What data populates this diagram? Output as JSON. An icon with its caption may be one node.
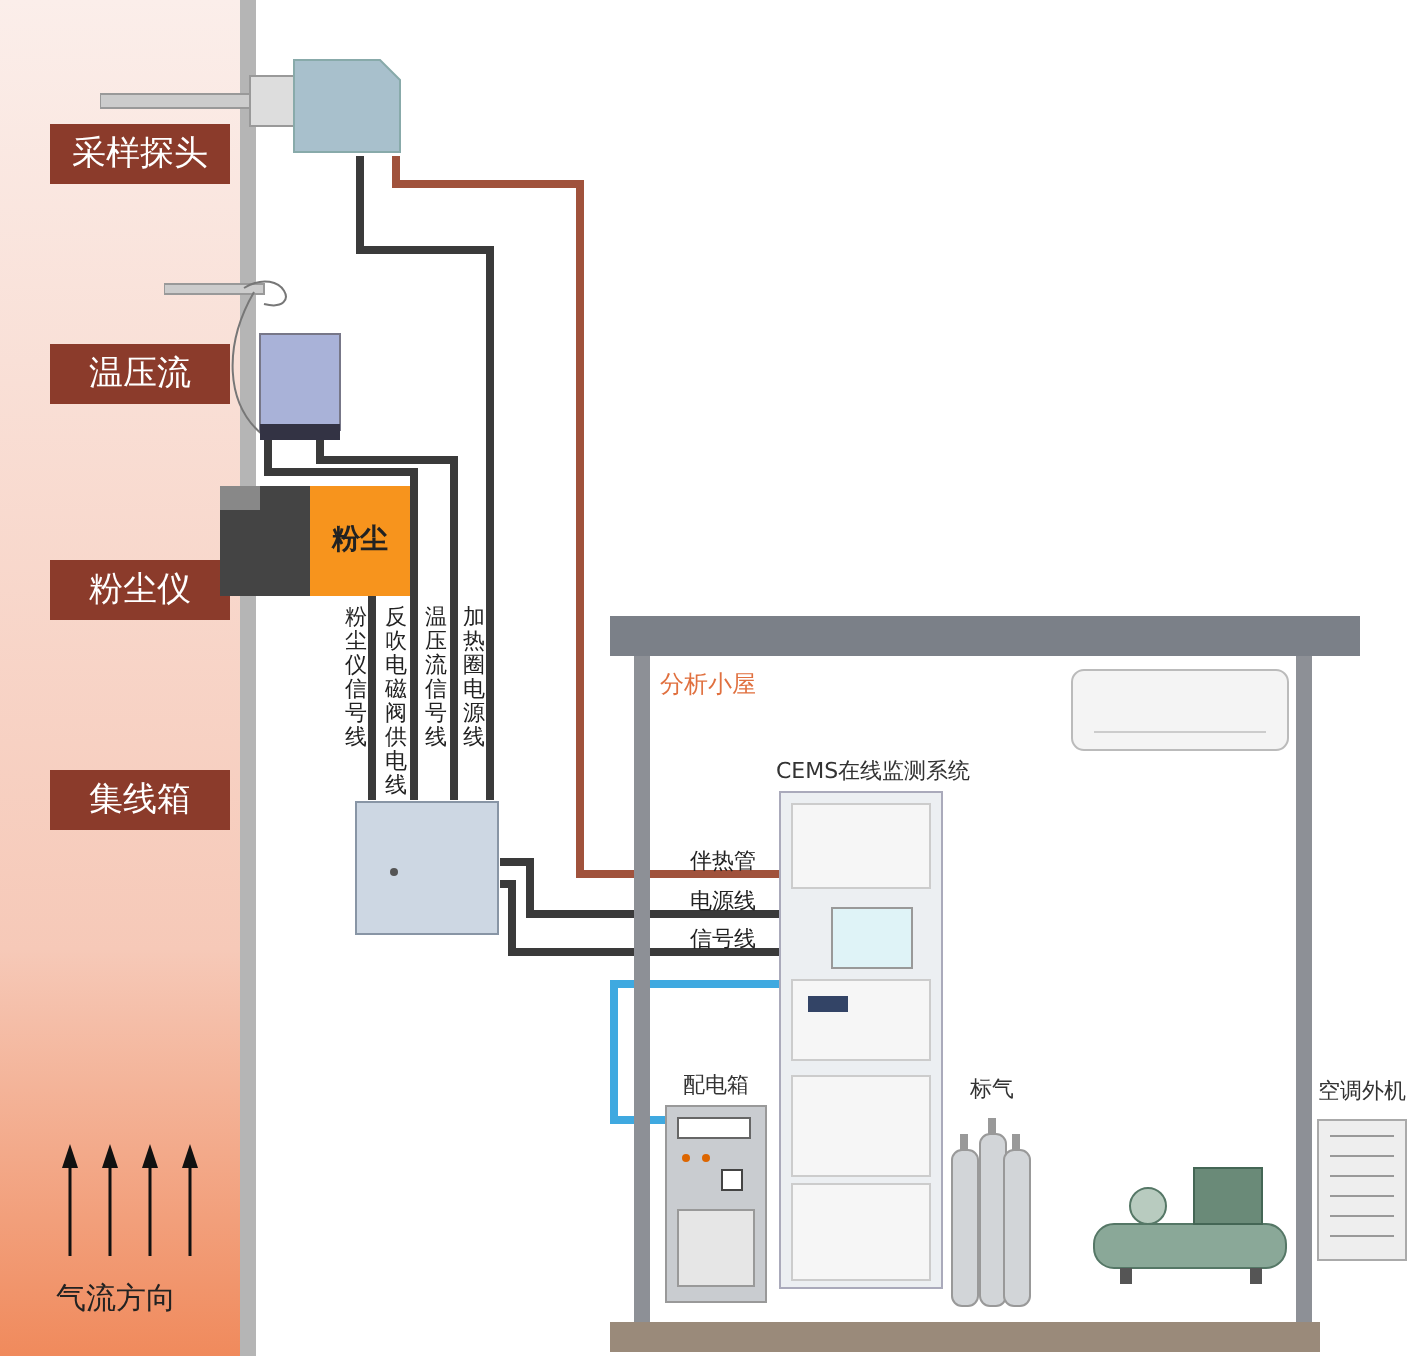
{
  "diagram": {
    "nodes": [
      {
        "text": [
          "采样探头"
        ]
      },
      {
        "text": [
          "温压流"
        ]
      },
      {
        "text": [
          "粉尘仪"
        ]
      },
      {
        "text": [
          "集线箱"
        ]
      },
      {
        "text": [],
        "shape": "picture"
      },
      {
        "text": [],
        "shape": "picture"
      },
      {
        "text": [
          "粉尘"
        ]
      },
      {
        "text": [],
        "shape": "box"
      },
      {
        "text": [
          "分析小屋"
        ]
      },
      {
        "text": [
          "CEMS在线监测系统"
        ],
        "in": 8
      },
      {
        "text": [
          "配电箱"
        ],
        "in": 8
      },
      {
        "text": [
          "标气"
        ],
        "in": 8
      },
      {
        "text": [],
        "shape": "picture",
        "in": 8
      },
      {
        "text": [],
        "shape": "picture",
        "in": 8
      },
      {
        "text": [
          "空调外机"
        ]
      }
    ],
    "edges": [
      {
        "from": 4,
        "to": 7,
        "arrow": "none",
        "label": "加热圈电源线"
      },
      {
        "from": 4,
        "to": 9,
        "arrow": "none",
        "label": "伴热管",
        "color": "#a0523c"
      },
      {
        "from": 5,
        "to": 7,
        "arrow": "none",
        "label": "温压流信号线"
      },
      {
        "from": 5,
        "to": 7,
        "arrow": "none",
        "label": "反吹电磁阀供电线"
      },
      {
        "from": 6,
        "to": 7,
        "arrow": "none",
        "label": "粉尘仪信号线"
      },
      {
        "from": 7,
        "to": 9,
        "arrow": "none",
        "label": "电源线"
      },
      {
        "from": 7,
        "to": 9,
        "arrow": "none",
        "label": "信号线"
      },
      {
        "from": 10,
        "to": 9,
        "arrow": "none",
        "color": "#3fa9e0"
      }
    ],
    "labels": [
      "气流方向"
    ]
  }
}
